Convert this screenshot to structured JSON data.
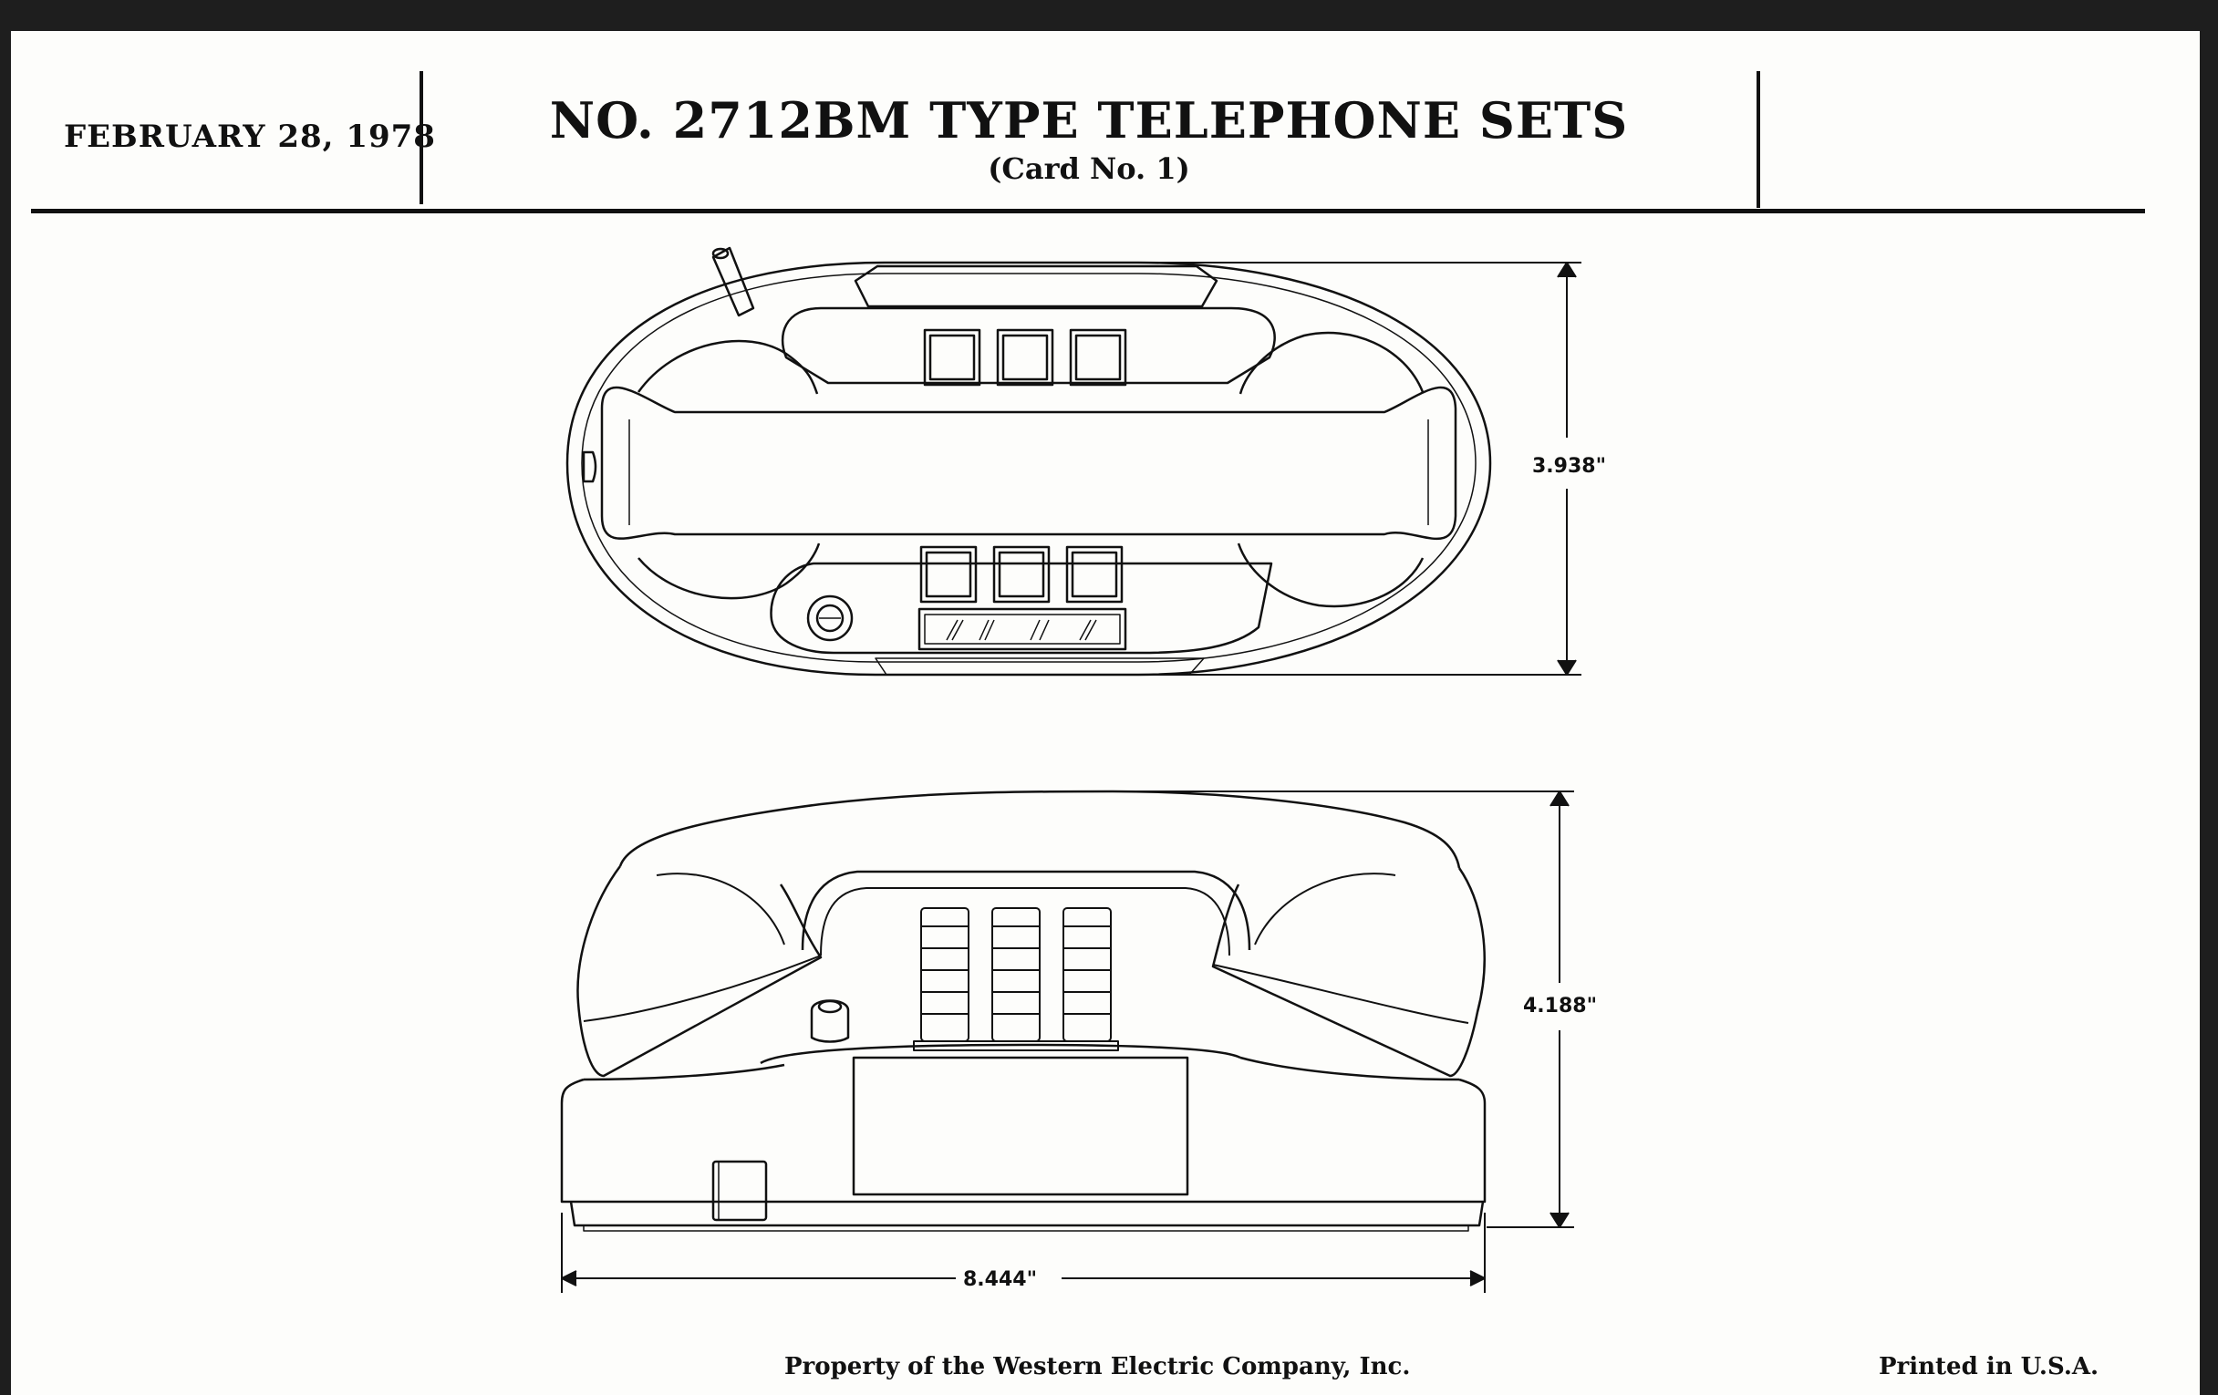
{
  "header": {
    "date": "FEBRUARY 28, 1978",
    "title": "NO. 2712BM TYPE TELEPHONE SETS",
    "subtitle": "(Card No. 1)"
  },
  "dimensions": {
    "top_view_height": "3.938\"",
    "side_view_height": "4.188\"",
    "width": "8.444\""
  },
  "footer": {
    "property_notice": "Property of the Western Electric Company, Inc.",
    "print_notice": "Printed in U.S.A."
  }
}
